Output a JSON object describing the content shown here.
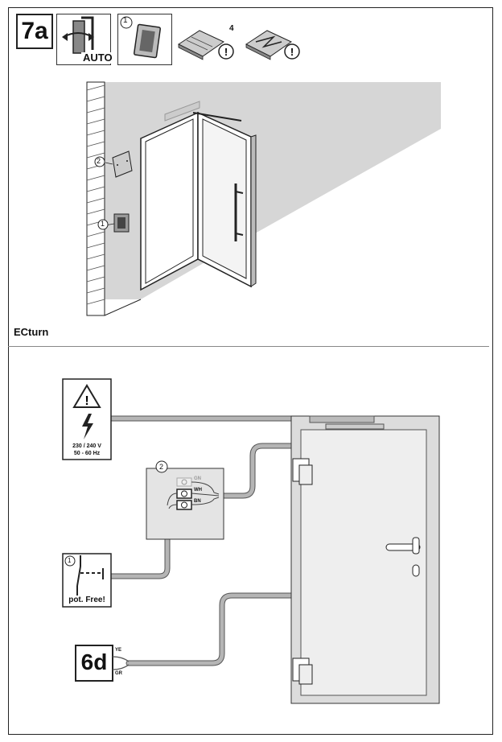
{
  "header": {
    "step_label": "7a",
    "auto_label": "AUTO",
    "switch_marker": "1",
    "manual_ref_number": "4"
  },
  "top_illustration": {
    "marker_2": "2",
    "marker_1": "1"
  },
  "caption": "ECturn",
  "wiring": {
    "power": {
      "voltage": "230 / 240 V",
      "frequency": "50 - 60 Hz"
    },
    "box_marker": "2",
    "terminals": [
      "GN",
      "WH",
      "BN"
    ],
    "contact": {
      "marker": "1",
      "label": "pot. Free!"
    },
    "ref": {
      "label": "6d",
      "wire_top": "YE",
      "wire_bottom": "GR"
    }
  },
  "colors": {
    "line": "#222222",
    "cable": "#9a9a9a",
    "wall": "#d4d4d4",
    "door_panel": "#e4e4e4"
  }
}
